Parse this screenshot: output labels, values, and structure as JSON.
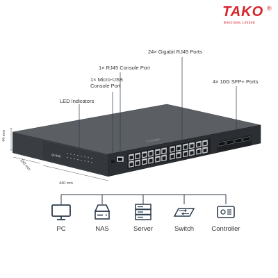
{
  "brand": {
    "name": "TAKO",
    "reg_mark": "®",
    "subtitle": "Electronic Limited",
    "color": "#d6242a"
  },
  "product": {
    "maker_logo": "tp-link",
    "model_text": "TL-SG3428X"
  },
  "callouts": {
    "led": "LED Indicators",
    "micro_usb_line1": "1× Micro-USB",
    "micro_usb_line2": "Console Port",
    "rj45_console": "1× RJ45 Console Port",
    "gigabit": "24× Gigabit RJ45 Ports",
    "sfp": "4× 10G SFP+ Ports"
  },
  "dimensions": {
    "height": "44 mm",
    "depth": "180 mm",
    "width": "440 mm"
  },
  "devices": [
    {
      "label": "PC",
      "icon": "pc-icon"
    },
    {
      "label": "NAS",
      "icon": "nas-icon"
    },
    {
      "label": "Server",
      "icon": "server-icon"
    },
    {
      "label": "Switch",
      "icon": "switch-icon"
    },
    {
      "label": "Controller",
      "icon": "controller-icon"
    }
  ],
  "colors": {
    "line": "#2b3a4a",
    "chassis_top": "#5a5e63",
    "chassis_front": "#2c2f33"
  }
}
